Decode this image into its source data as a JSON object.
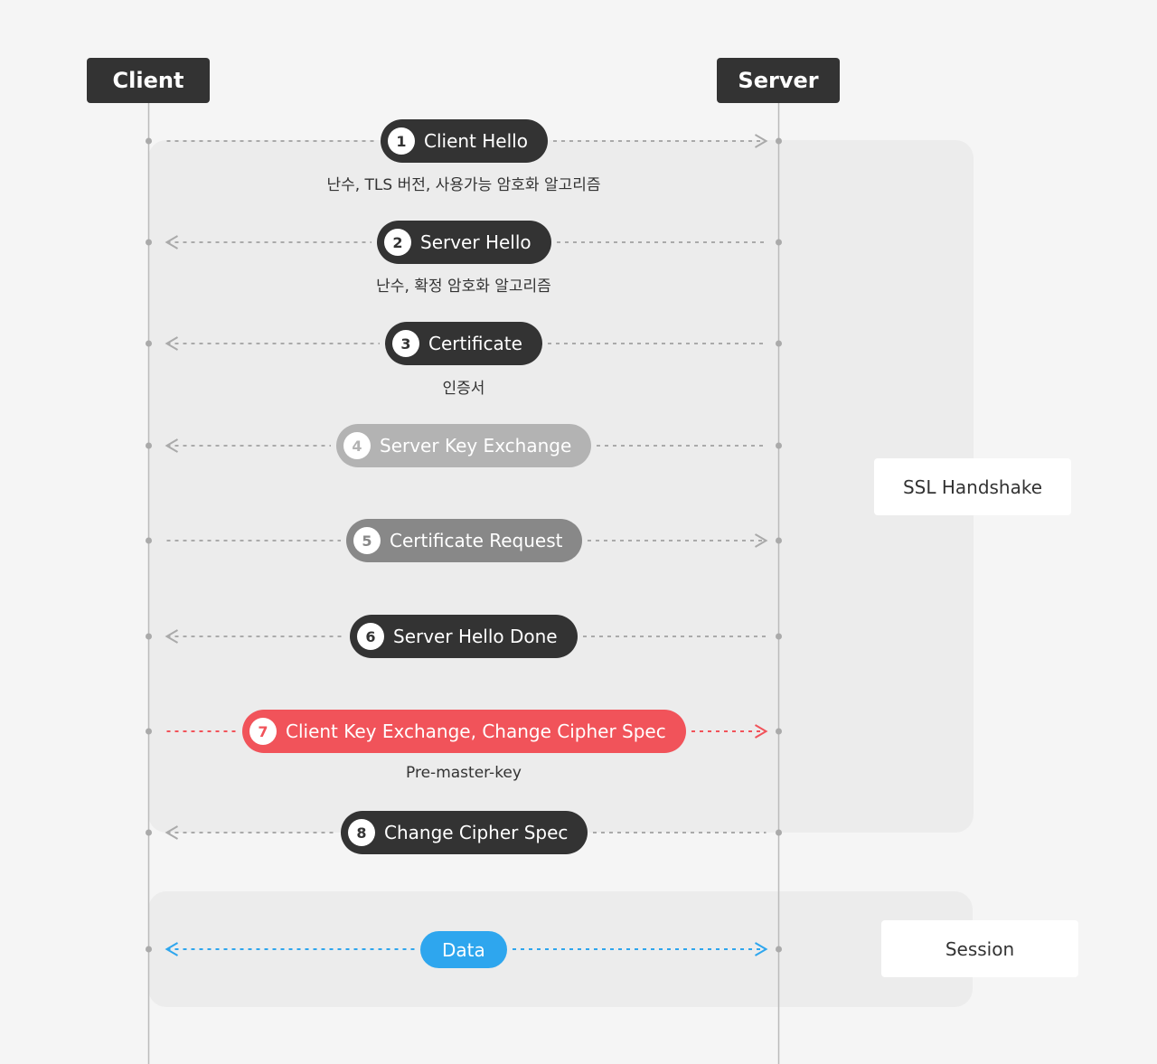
{
  "actors": {
    "client": "Client",
    "server": "Server"
  },
  "groups": {
    "handshake": "SSL Handshake",
    "session": "Session"
  },
  "messages": [
    {
      "num": "1",
      "label": "Client Hello",
      "direction": "to-server",
      "style": "dark",
      "caption": "난수, TLS 버전, 사용가능 암호화 알고리즘"
    },
    {
      "num": "2",
      "label": "Server Hello",
      "direction": "to-client",
      "style": "dark",
      "caption": "난수, 확정 암호화 알고리즘"
    },
    {
      "num": "3",
      "label": "Certificate",
      "direction": "to-client",
      "style": "dark",
      "caption": "인증서"
    },
    {
      "num": "4",
      "label": "Server Key Exchange",
      "direction": "to-client",
      "style": "light-grey",
      "caption": ""
    },
    {
      "num": "5",
      "label": "Certificate Request",
      "direction": "to-server",
      "style": "grey",
      "caption": ""
    },
    {
      "num": "6",
      "label": "Server Hello Done",
      "direction": "to-client",
      "style": "dark",
      "caption": ""
    },
    {
      "num": "7",
      "label": "Client Key Exchange, Change Cipher Spec",
      "direction": "to-server",
      "style": "red",
      "caption": "Pre-master-key"
    },
    {
      "num": "8",
      "label": "Change Cipher Spec",
      "direction": "to-client",
      "style": "dark",
      "caption": ""
    }
  ],
  "session_message": {
    "label": "Data",
    "direction": "both",
    "style": "blue"
  },
  "colors": {
    "background": "#f5f5f5",
    "group_panel": "#ececec",
    "actor": "#333333",
    "dark": "#333333",
    "grey": "#888888",
    "light_grey": "#b3b3b3",
    "red": "#f1535a",
    "blue": "#2ea6ee",
    "line": "#bbbbbb"
  }
}
